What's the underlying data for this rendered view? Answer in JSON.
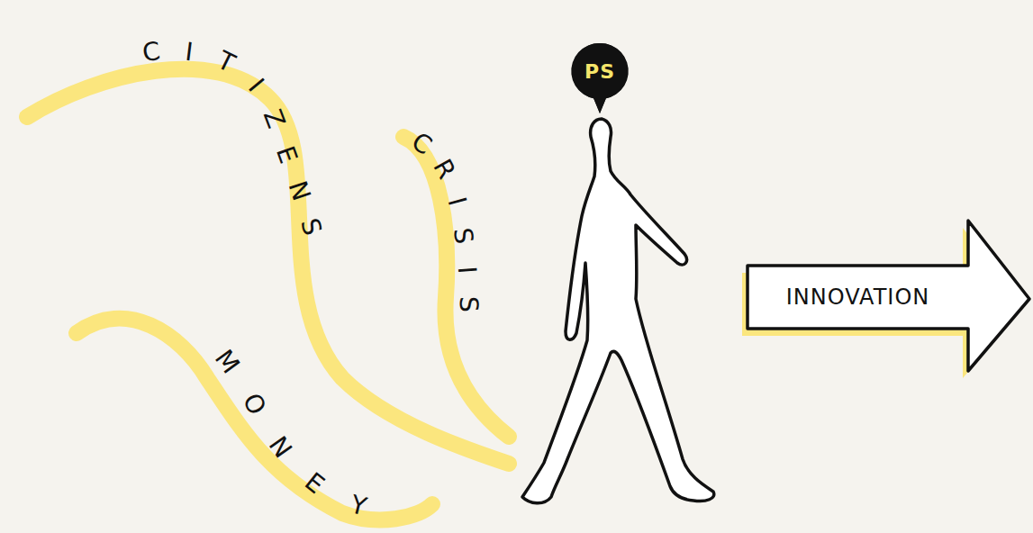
{
  "diagram": {
    "nodes": [
      {
        "text": [
          "PS"
        ]
      },
      {
        "text": [
          "INNOVATION"
        ]
      }
    ],
    "labels": [
      "CITIZENS",
      "CRISIS",
      "MONEY"
    ]
  }
}
